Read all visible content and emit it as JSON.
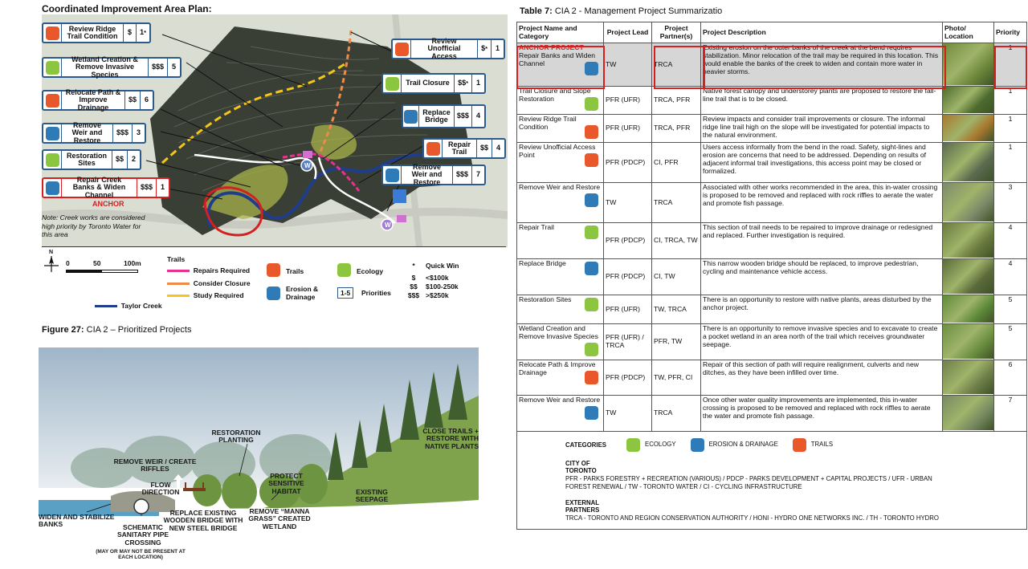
{
  "left": {
    "map_title": "Coordinated Improvement Area Plan:",
    "callouts": [
      {
        "label": "Review Ridge Trail Condition",
        "cost": "$",
        "priority": "1",
        "quick": "*",
        "cat": "trails"
      },
      {
        "label": "Wetland Creation & Remove Invasive Species",
        "cost": "$$$",
        "priority": "5",
        "cat": "ecology"
      },
      {
        "label": "Relocate Path & Improve Drainage",
        "cost": "$$",
        "priority": "6",
        "cat": "trails"
      },
      {
        "label": "Remove Weir and Restore",
        "cost": "$$$",
        "priority": "3",
        "cat": "erosion"
      },
      {
        "label": "Restoration Sites",
        "cost": "$$",
        "priority": "2",
        "cat": "ecology"
      },
      {
        "label": "Repair Creek Banks & Widen Channel",
        "cost": "$$$",
        "priority": "1",
        "cat": "erosion"
      },
      {
        "label": "Review Unofficial Access",
        "cost": "$",
        "priority": "1",
        "quick": "*",
        "cat": "trails"
      },
      {
        "label": "Trail Closure",
        "cost": "$$",
        "priority": "1",
        "quick": "*",
        "cat": "ecology"
      },
      {
        "label": "Replace Bridge",
        "cost": "$$$",
        "priority": "4",
        "cat": "erosion"
      },
      {
        "label": "Repair Trail",
        "cost": "$$",
        "priority": "4",
        "cat": "trails"
      },
      {
        "label": "Remove Weir and Restore",
        "cost": "$$$",
        "priority": "7",
        "cat": "erosion"
      }
    ],
    "anchor": "ANCHOR",
    "map_markers": {
      "w": "W"
    },
    "note": "Note: Creek works are considered high priority by Toronto Water for this area",
    "legend": {
      "north": "N",
      "scale": [
        "0",
        "50",
        "100m"
      ],
      "trails_title": "Trails",
      "lines": [
        "Repairs Required",
        "Consider Closure",
        "Study Required"
      ],
      "creek": "Taylor Creek",
      "cats": [
        "Trails",
        "Erosion & Drainage",
        "Ecology"
      ],
      "priorities_box": "1-5",
      "priorities": "Priorities",
      "quick_sym": "*",
      "quick": "Quick Win",
      "cost_syms": [
        "$",
        "$$",
        "$$$"
      ],
      "costs": [
        "<$100k",
        "$100-250k",
        ">$250k"
      ]
    },
    "figure_label": "Figure 27:",
    "figure_title": " CIA 2 – Prioritized Projects",
    "section_labels": {
      "restoration_planting": "RESTORATION PLANTING",
      "remove_weir": "REMOVE WEIR / CREATE RIFFLES",
      "flow": "FLOW DIRECTION",
      "protect": "PROTECT SENSITIVE HABITAT",
      "close_trails": "CLOSE TRAILS + RESTORE WITH NATIVE PLANTS",
      "seepage": "EXISTING SEEPAGE",
      "widen": "WIDEN AND STABILIZE BANKS",
      "pipe": "SCHEMATIC SANITARY PIPE CROSSING",
      "pipe_note": "(MAY OR MAY NOT BE PRESENT AT EACH LOCATION)",
      "bridge": "REPLACE EXISTING WOODEN BRIDGE WITH NEW STEEL BRIDGE",
      "manna": "REMOVE “MANNA GRASS” CREATED WETLAND"
    }
  },
  "table": {
    "label": "Table 7:",
    "title": " CIA 2 - Management Project Summarizatio",
    "headers": [
      "Project Name and Category",
      "Project Lead",
      "Project Partner(s)",
      "Project Description",
      "Photo/ Location",
      "Priority"
    ],
    "anchor_tag": "ANCHOR PROJECT",
    "rows": [
      {
        "name": "Repair Banks and Widen Channel",
        "cat": "erosion",
        "lead": "TW",
        "partners": "TRCA",
        "desc": "Existing erosion on the outer banks of the creek at the bend requires stabilization. Minor relocation of the trail may be required in this location. This would enable the banks of the creek to widen and contain more water in heavier storms.",
        "priority": "1",
        "anchor": true,
        "photo": "#6f8a3c"
      },
      {
        "name": "Trail Closure and Slope Restoration",
        "cat": "ecology",
        "lead": "PFR (UFR)",
        "partners": "TRCA, PFR",
        "desc": "Native forest canopy and understorey plants are proposed to restore the fall-line trail that is to be closed.",
        "priority": "1",
        "photo": "#4d6b2e"
      },
      {
        "name": "Review Ridge Trail Condition",
        "cat": "trails",
        "lead": "PFR (UFR)",
        "partners": "TRCA, PFR",
        "desc": "Review impacts and consider trail improvements or closure. The informal ridge line trail high on the slope will be investigated for potential impacts to the natural environment.",
        "priority": "1",
        "photo": "#a8782e"
      },
      {
        "name": "Review Unofficial Access Point",
        "cat": "trails",
        "lead": "PFR (PDCP)",
        "partners": "CI, PFR",
        "desc": "Users access informally from the bend in the road. Safety, sight-lines and erosion are concerns that need to be addressed. Depending on results of adjacent informal trail investigations, this access point may be closed or formalized.",
        "priority": "1",
        "photo": "#5a6a50"
      },
      {
        "name": "Remove Weir and Restore",
        "cat": "erosion",
        "lead": "TW",
        "partners": "TRCA",
        "desc": "Associated with other works recommended in the area, this in-water crossing is proposed to be removed and replaced with rock riffles to aerate the water and promote fish passage.",
        "priority": "3",
        "photo": "#7d8a6a"
      },
      {
        "name": "Repair Trail",
        "cat": "ecology",
        "lead": "PFR (PDCP)",
        "partners": "CI, TRCA, TW",
        "desc": "This section of trail needs to be repaired to improve drainage or redesigned and replaced. Further investigation is required.",
        "priority": "4",
        "photo": "#6a7a3e"
      },
      {
        "name": "Replace Bridge",
        "cat": "erosion",
        "lead": "PFR (PDCP)",
        "partners": "CI, TW",
        "desc": "This narrow wooden bridge should be replaced, to improve pedestrian, cycling and maintenance vehicle access.",
        "priority": "4",
        "photo": "#5b6a3a"
      },
      {
        "name": "Restoration Sites",
        "cat": "ecology",
        "lead": "PFR (UFR)",
        "partners": "TW, TRCA",
        "desc": "There is an opportunity to restore with native plants, areas disturbed by the anchor project.",
        "priority": "5",
        "photo": "#5f8a3a"
      },
      {
        "name": "Wetland Creation and Remove Invasive Species",
        "cat": "ecology",
        "lead": "PFR (UFR) / TRCA",
        "partners": "PFR, TW",
        "desc": "There is an opportunity to remove invasive species and to excavate to create a pocket wetland in an area north of the trail which receives groundwater seepage.",
        "priority": "5",
        "photo": "#6c8f40"
      },
      {
        "name": "Relocate Path & Improve Drainage",
        "cat": "trails",
        "lead": "PFR (PDCP)",
        "partners": "TW, PFR, CI",
        "desc": "Repair of this section of path will require realignment, culverts and new ditches, as they have been infilled over time.",
        "priority": "6",
        "photo": "#6f7f4a"
      },
      {
        "name": "Remove Weir and Restore",
        "cat": "erosion",
        "lead": "TW",
        "partners": "TRCA",
        "desc": "Once other water quality improvements are implemented, this in-water crossing is proposed to be removed and replaced with rock riffles to aerate the water and promote fish passage.",
        "priority": "7",
        "photo": "#778a62"
      }
    ],
    "footer": {
      "categories_label": "CATEGORIES",
      "cats": [
        "ECOLOGY",
        "EROSION & DRAINAGE",
        "TRAILS"
      ],
      "city_label": "CITY OF TORONTO",
      "city_text": "PFR - PARKS FORESTRY + RECREATION (VARIOUS) / PDCP - PARKS DEVELOPMENT + CAPITAL PROJECTS / UFR - URBAN FOREST RENEWAL / TW - TORONTO WATER / CI - CYCLING INFRASTRUCTURE",
      "ext_label": "EXTERNAL PARTNERS",
      "ext_text": "TRCA - TORONTO AND REGION CONSERVATION AUTHORITY / HONI - HYDRO ONE NETWORKS INC. / TH - TORONTO HYDRO"
    }
  },
  "colors": {
    "trails": "#e8582a",
    "ecology": "#8cc640",
    "erosion": "#2e7bb8",
    "anchor": "#d42020",
    "repairs": "#e8318e",
    "closure": "#f08a4b",
    "study": "#f5c518",
    "creek": "#1f3d8a"
  }
}
